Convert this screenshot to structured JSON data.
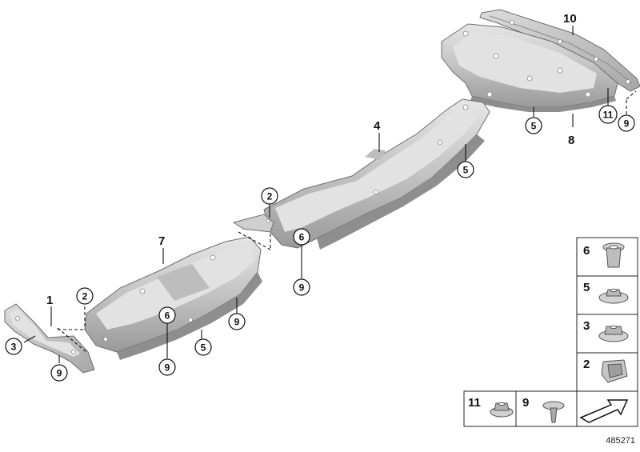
{
  "labels": {
    "p1": "1",
    "p2a": "2",
    "p2b": "2",
    "p3": "3",
    "p4": "4",
    "p5a": "5",
    "p5b": "5",
    "p5c": "5",
    "p6a": "6",
    "p6b": "6",
    "p7": "7",
    "p8": "8",
    "p9a": "9",
    "p9b": "9",
    "p9c": "9",
    "p9d": "9",
    "p10": "10",
    "p11": "11"
  },
  "key": {
    "k6": "6",
    "k5": "5",
    "k3": "3",
    "k2": "2",
    "k11": "11",
    "k9": "9"
  },
  "diagram_id": "485271"
}
